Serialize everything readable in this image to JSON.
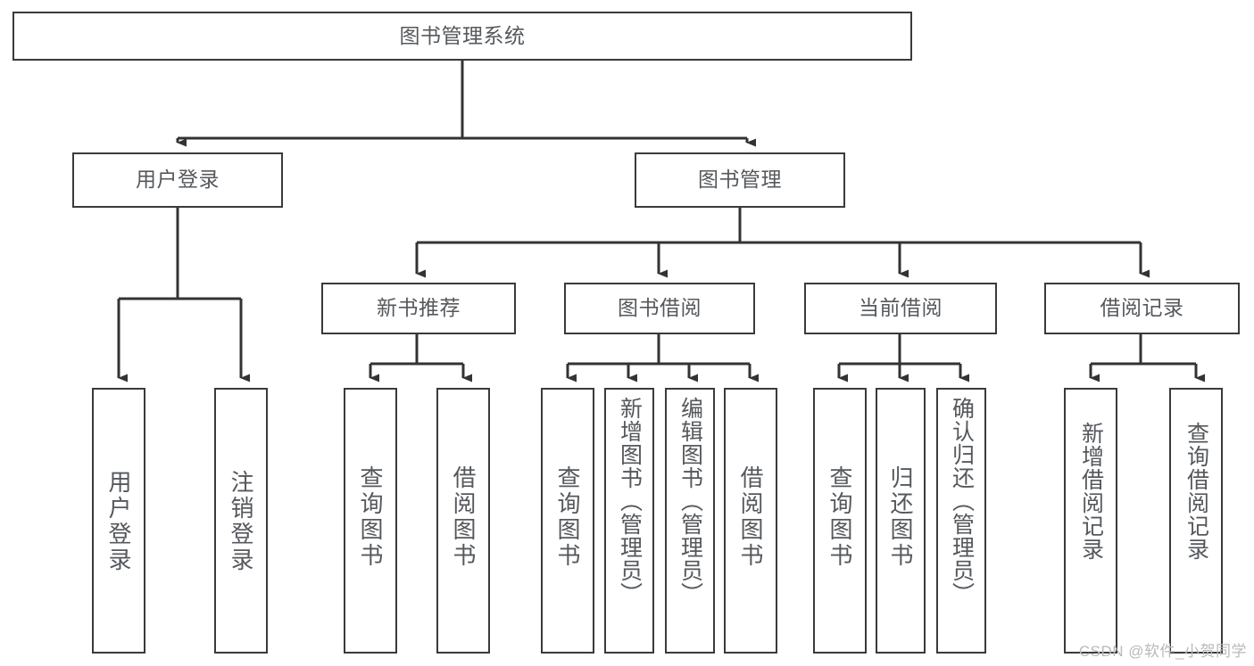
{
  "diagram": {
    "title": "图书管理系统",
    "type": "tree-hierarchy",
    "watermark": "CSDN @软件_小贺同学",
    "colors": {
      "background": "#ffffff",
      "box_border": "#3a3a3a",
      "box_fill": "#ffffff",
      "text": "#55585c",
      "edge": "#333333",
      "watermark": "#b9b9b9"
    },
    "root": {
      "label": "图书管理系统"
    },
    "level1": [
      {
        "label": "用户登录"
      },
      {
        "label": "图书管理"
      }
    ],
    "level2": [
      {
        "label": "新书推荐",
        "parent": "图书管理"
      },
      {
        "label": "图书借阅",
        "parent": "图书管理"
      },
      {
        "label": "当前借阅",
        "parent": "图书管理"
      },
      {
        "label": "借阅记录",
        "parent": "图书管理"
      }
    ],
    "leaves": {
      "用户登录": [
        {
          "label": "用户登录"
        },
        {
          "label": "注销登录"
        }
      ],
      "新书推荐": [
        {
          "label": "查询图书"
        },
        {
          "label": "借阅图书"
        }
      ],
      "图书借阅": [
        {
          "label": "查询图书"
        },
        {
          "label": "新增图书（管理员）"
        },
        {
          "label": "编辑图书（管理员）"
        },
        {
          "label": "借阅图书"
        }
      ],
      "当前借阅": [
        {
          "label": "查询图书"
        },
        {
          "label": "归还图书"
        },
        {
          "label": "确认归还（管理员）"
        }
      ],
      "借阅记录": [
        {
          "label": "新增借阅记录"
        },
        {
          "label": "查询借阅记录"
        }
      ]
    }
  }
}
